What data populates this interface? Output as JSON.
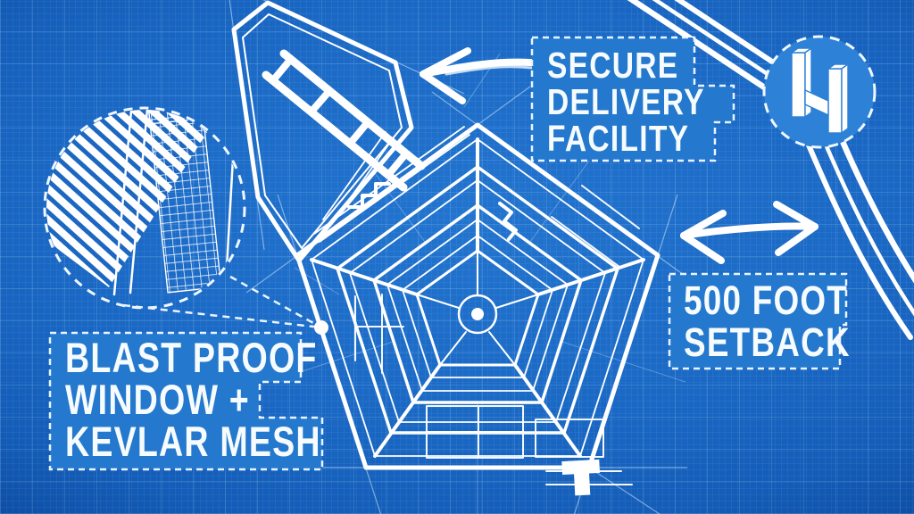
{
  "title": "Pentagon security features blueprint",
  "colors": {
    "background_blue": "#1a68c4",
    "background_deep_blue": "#0b4097",
    "panel_blue": "#2478cd",
    "logo_circle_blue": "#2d81d6",
    "line_white": "#ffffff",
    "text_white": "#f6fbfd",
    "dashed_border": "#e9f4ff"
  },
  "callouts": {
    "secure_delivery": {
      "lines": [
        "SECURE",
        "DELIVERY",
        "FACILITY"
      ]
    },
    "setback": {
      "lines": [
        "500 FOOT",
        "SETBACK"
      ]
    },
    "blast_window": {
      "lines": [
        "BLAST PROOF",
        "WINDOW +",
        "KEVLAR MESH"
      ]
    }
  },
  "icons": {
    "logo": "isometric-h-logo",
    "magnifier": "window-cross-section-detail-circle",
    "arrow_to_facility": "brush-arrow-pointing-left",
    "setback_arrow": "double-headed-brush-arrow"
  },
  "diagram": {
    "subject": "pentagon-building-blueprint",
    "elements": [
      "pentagon-plan",
      "secure-delivery-facility-outline",
      "access-road-triple-stripe",
      "blast-window-detail-magnifier",
      "callout-dot"
    ]
  }
}
